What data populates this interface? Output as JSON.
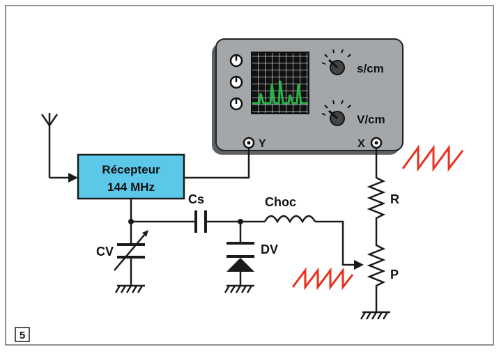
{
  "figure": {
    "number": "5"
  },
  "receiver": {
    "line1": "Récepteur",
    "line2": "144 MHz",
    "fill": "#5bc8ea"
  },
  "oscilloscope": {
    "sweep_label": "s/cm",
    "volt_label": "V/cm",
    "x_input": "X",
    "y_input": "Y",
    "body_color": "#9a9ea1",
    "trace_color": "#29b34a"
  },
  "components": {
    "cs": "Cs",
    "choc": "Choc",
    "cv": "CV",
    "dv": "DV",
    "r": "R",
    "p": "P"
  },
  "colors": {
    "wire": "#1a1a1a",
    "sawtooth": "#e8301f",
    "frame": "#666666"
  }
}
